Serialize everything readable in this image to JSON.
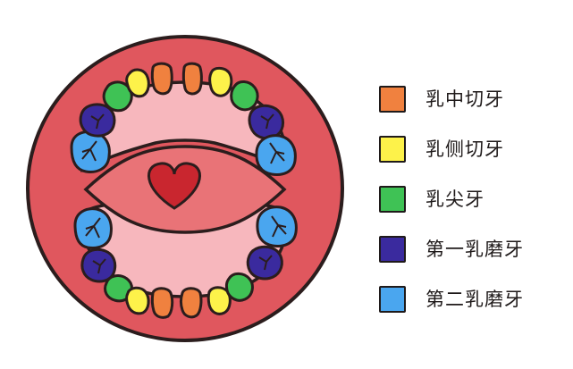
{
  "diagram": {
    "outline_color": "#2b1d1d",
    "gum_color": "#e0575e",
    "palate_color": "#f7b7bd",
    "tongue_color": "#e97377",
    "heart_color": "#c9262f",
    "teeth_upper": [
      "blue",
      "indigo",
      "green",
      "yellow",
      "orange",
      "orange",
      "yellow",
      "green",
      "indigo",
      "blue"
    ],
    "teeth_lower": [
      "blue",
      "indigo",
      "green",
      "yellow",
      "orange",
      "orange",
      "yellow",
      "green",
      "indigo",
      "blue"
    ]
  },
  "legend": {
    "items": [
      {
        "key": "orange",
        "label": "乳中切牙",
        "color": "#f0813f"
      },
      {
        "key": "yellow",
        "label": "乳侧切牙",
        "color": "#fdf24a"
      },
      {
        "key": "green",
        "label": "乳尖牙",
        "color": "#3fc255"
      },
      {
        "key": "indigo",
        "label": "第一乳磨牙",
        "color": "#3a2a9e"
      },
      {
        "key": "blue",
        "label": "第二乳磨牙",
        "color": "#4aa6ef"
      }
    ]
  }
}
